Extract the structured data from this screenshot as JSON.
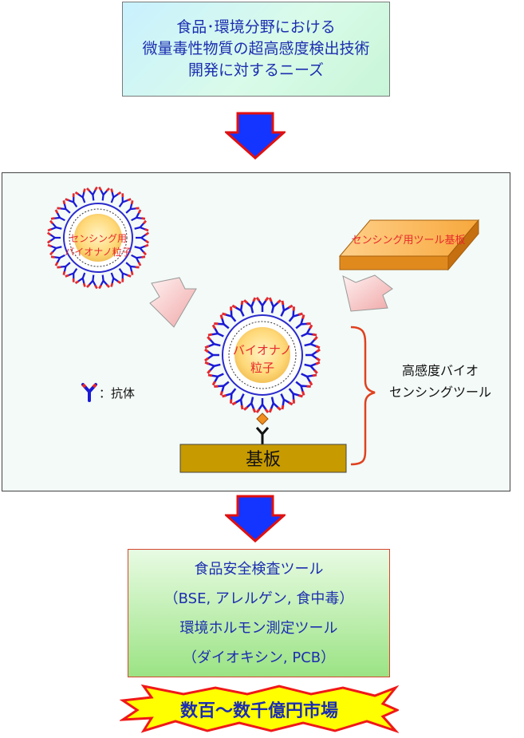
{
  "needs_box": {
    "lines": [
      "食品･環境分野における",
      "微量毒性物質の超高感度検出技術",
      "開発に対するニーズ"
    ]
  },
  "diagram": {
    "sensing_particle_label_1": "センシング用",
    "sensing_particle_label_2": "バイオナノ粒子",
    "tool_substrate_label": "センシング用ツール基板",
    "center_particle_label_1": "バイオナノ",
    "center_particle_label_2": "粒子",
    "antibody_legend": "：抗体",
    "tool_label_1": "高感度バイオ",
    "tool_label_2": "センシングツール",
    "substrate_label": "基板"
  },
  "applications_box": {
    "lines": [
      "食品安全検査ツール",
      "（BSE, アレルゲン, 食中毒）",
      "環境ホルモン測定ツール",
      "（ダイオキシン, PCB）"
    ]
  },
  "market_banner": {
    "text": "数百～数千億円市場"
  },
  "colors": {
    "text_blue": "#1c2eb0",
    "arrow_blue": "#1434ff",
    "arrow_red": "#e01010",
    "antibody_blue": "#1a1ad6",
    "antibody_red": "#e8282a",
    "substrate_brown": "#c79a00",
    "bracket_orange": "#e0401e",
    "banner_yellow": "#ffff00",
    "banner_red": "#f01818"
  }
}
